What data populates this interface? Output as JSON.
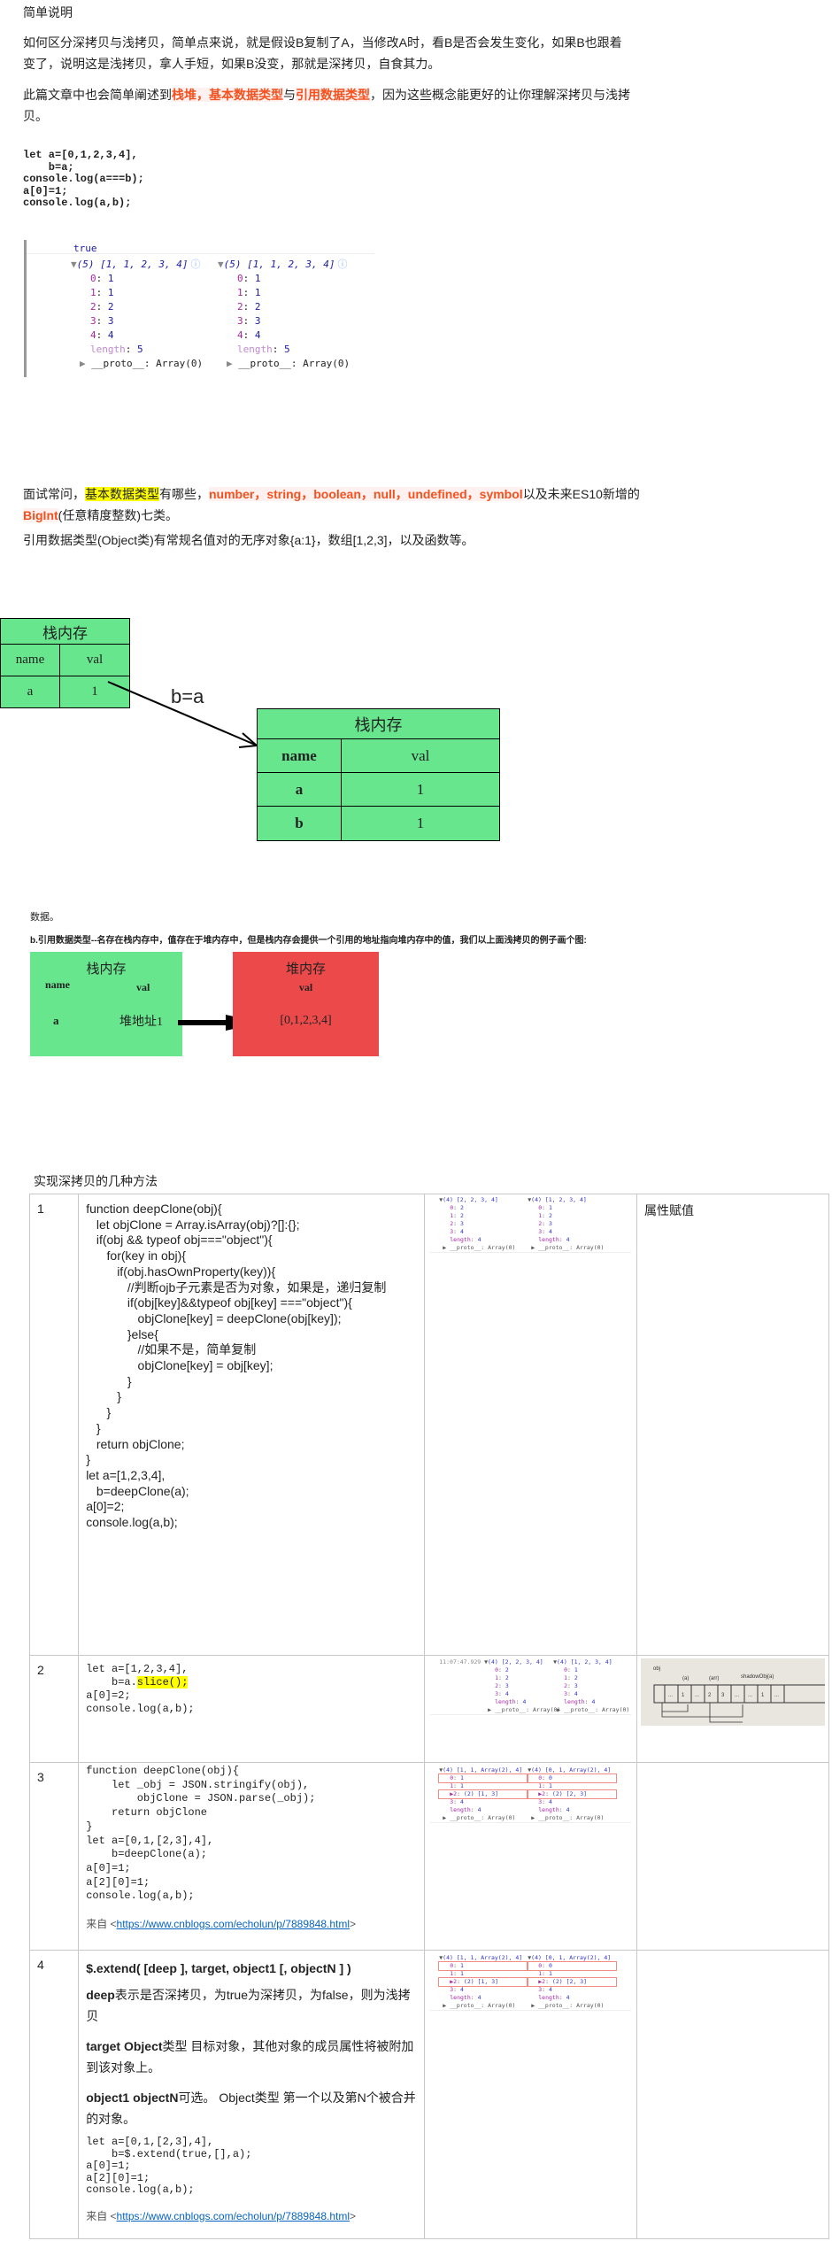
{
  "heading": "简单说明",
  "intro": {
    "p1": "如何区分深拷贝与浅拷贝，简单点来说，就是假设B复制了A，当修改A时，看B是否会发生变化，如果B也跟着变了，说明这是浅拷贝，拿人手短，如果B没变，那就是深拷贝，自食其力。",
    "p2_a": "此篇文章中也会简单阐述到",
    "p2_hl1": "栈堆，基本数据类型",
    "p2_b": "与",
    "p2_hl2": "引用数据类型",
    "p2_c": "，因为这些概念能更好的让你理解深拷贝与浅拷贝。"
  },
  "code1": [
    "let a=[0,1,2,3,4],",
    "    b=a;",
    "console.log(a===b);",
    "a[0]=1;",
    "console.log(a,b);"
  ],
  "console1": {
    "true_text": "true",
    "left": {
      "head": "(5) [1, 1, 2, 3, 4]",
      "items": [
        [
          "0",
          "1"
        ],
        [
          "1",
          "1"
        ],
        [
          "2",
          "2"
        ],
        [
          "3",
          "3"
        ],
        [
          "4",
          "4"
        ]
      ],
      "length": "5",
      "proto": "__proto__: Array(0)"
    },
    "right": {
      "head": "(5) [1, 1, 2, 3, 4]",
      "items": [
        [
          "0",
          "1"
        ],
        [
          "1",
          "1"
        ],
        [
          "2",
          "2"
        ],
        [
          "3",
          "3"
        ],
        [
          "4",
          "4"
        ]
      ],
      "length": "5",
      "proto": "__proto__: Array(0)"
    }
  },
  "basic": {
    "a": "面试常问，",
    "hl": "基本数据类型",
    "b": "有哪些，",
    "types": "number，string，boolean，null，undefined，symbol",
    "c": "以及未来ES10新增的",
    "bigint": "BigInt",
    "d": "(任意精度整数)七类。"
  },
  "ref_line": "引用数据类型(Object类)有常规名值对的无序对象{a:1}，数组[1,2,3]，以及函数等。",
  "diagram1": {
    "title": "栈内存",
    "name": "name",
    "val": "val",
    "a": "a",
    "one": "1",
    "b": "b",
    "arrow_label": "b=a"
  },
  "data_tail": "数据。",
  "b_line": "b.引用数据类型--名存在栈内存中，值存在于堆内存中，但是栈内存会提供一个引用的地址指向堆内存中的值，我们以上面浅拷贝的例子画个图:",
  "diagram2": {
    "stack_title": "栈内存",
    "name": "name",
    "val": "val",
    "a": "a",
    "addr": "堆地址1",
    "heap_title": "堆内存",
    "heap_val": "val",
    "heap_value": "[0,1,2,3,4]"
  },
  "methods_title": "实现深拷贝的几种方法",
  "table": {
    "rows": [
      {
        "num": "1",
        "code": [
          "function deepClone(obj){",
          "   let objClone = Array.isArray(obj)?[]:{};",
          "   if(obj && typeof obj===\"object\"){",
          "      for(key in obj){",
          "         if(obj.hasOwnProperty(key)){",
          "            //判断ojb子元素是否为对象，如果是，递归复制",
          "            if(obj[key]&&typeof obj[key] ===\"object\"){",
          "               objClone[key] = deepClone(obj[key]);",
          "            }else{",
          "               //如果不是，简单复制",
          "               objClone[key] = obj[key];",
          "            }",
          "         }",
          "      }",
          "   }",
          "   return objClone;",
          "}",
          "let a=[1,2,3,4],",
          "   b=deepClone(a);",
          "a[0]=2;",
          "console.log(a,b);"
        ],
        "note": "属性赋值",
        "console": {
          "left": {
            "head": "(4) [2, 2, 3, 4]",
            "items": [
              [
                "0",
                "2"
              ],
              [
                "1",
                "2"
              ],
              [
                "2",
                "3"
              ],
              [
                "3",
                "4"
              ]
            ]
          },
          "right": {
            "head": "(4) [1, 2, 3, 4]",
            "items": [
              [
                "0",
                "1"
              ],
              [
                "1",
                "2"
              ],
              [
                "2",
                "3"
              ],
              [
                "3",
                "4"
              ]
            ]
          },
          "length": "4",
          "proto": "__proto__: Array(0)"
        }
      },
      {
        "num": "2",
        "code_a": "let a=[1,2,3,4],\n    b=a.",
        "code_hl": "slice();",
        "code_b": "a[0]=2;\nconsole.log(a,b);",
        "console": {
          "timestamp": "11:07:47.929",
          "left": {
            "head": "(4) [2, 2, 3, 4]",
            "items": [
              [
                "0",
                "2"
              ],
              [
                "1",
                "2"
              ],
              [
                "2",
                "3"
              ],
              [
                "3",
                "4"
              ]
            ]
          },
          "right": {
            "head": "(4) [1, 2, 3, 4]",
            "items": [
              [
                "0",
                "1"
              ],
              [
                "1",
                "2"
              ],
              [
                "2",
                "3"
              ],
              [
                "3",
                "4"
              ]
            ]
          },
          "length": "4",
          "proto": "__proto__: Array(0)"
        },
        "photo_labels": {
          "obj": "obj",
          "a": "(a)",
          "arr": "(arr)",
          "shadow": "shadowObj(a)",
          "cells": [
            "...",
            "1",
            "...",
            "2",
            "3",
            "...",
            "...",
            "1",
            "..."
          ]
        }
      },
      {
        "num": "3",
        "code": "function deepClone(obj){\n    let _obj = JSON.stringify(obj),\n        objClone = JSON.parse(_obj);\n    return objClone\n}\nlet a=[0,1,[2,3],4],\n    b=deepClone(a);\na[0]=1;\na[2][0]=1;\nconsole.log(a,b);",
        "source_prefix": "来自 <",
        "source_link": "https://www.cnblogs.com/echolun/p/7889848.html",
        "source_suffix": ">",
        "console": {
          "left": {
            "head": "(4) [1, 1, Array(2), 4]",
            "items": [
              [
                "0",
                "1"
              ],
              [
                "1",
                "1"
              ],
              [
                "2",
                "(2) [1, 3]"
              ],
              [
                "3",
                "4"
              ]
            ]
          },
          "right": {
            "head": "(4) [0, 1, Array(2), 4]",
            "items": [
              [
                "0",
                "0"
              ],
              [
                "1",
                "1"
              ],
              [
                "2",
                "(2) [2, 3]"
              ],
              [
                "3",
                "4"
              ]
            ]
          },
          "length": "4",
          "proto": "__proto__: Array(0)"
        }
      },
      {
        "num": "4",
        "sig": "$.extend( [deep ], target, object1 [, objectN ] )",
        "p1_b": "deep",
        "p1": "表示是否深拷贝，为true为深拷贝，为false，则为浅拷贝",
        "p2_b": "target Object",
        "p2": "类型 目标对象，其他对象的成员属性将被附加到该对象上。",
        "p3_b": "object1  objectN",
        "p3": "可选。 Object类型 第一个以及第N个被合并的对象。",
        "code": "let a=[0,1,[2,3],4],\n    b=$.extend(true,[],a);\na[0]=1;\na[2][0]=1;\nconsole.log(a,b);",
        "source_prefix": "来自 <",
        "source_link": "https://www.cnblogs.com/echolun/p/7889848.html",
        "source_suffix": ">",
        "console": {
          "left": {
            "head": "(4) [1, 1, Array(2), 4]",
            "items": [
              [
                "0",
                "1"
              ],
              [
                "1",
                "1"
              ],
              [
                "2",
                "(2) [1, 3]"
              ],
              [
                "3",
                "4"
              ]
            ]
          },
          "right": {
            "head": "(4) [0, 1, Array(2), 4]",
            "items": [
              [
                "0",
                "0"
              ],
              [
                "1",
                "1"
              ],
              [
                "2",
                "(2) [2, 3]"
              ],
              [
                "3",
                "4"
              ]
            ]
          },
          "length": "4",
          "proto": "__proto__: Array(0)"
        }
      }
    ]
  },
  "colors": {
    "green": "#67e68d",
    "red": "#ec4a4a",
    "highlight": "#ffff00",
    "accent_red": "#f4511e"
  }
}
